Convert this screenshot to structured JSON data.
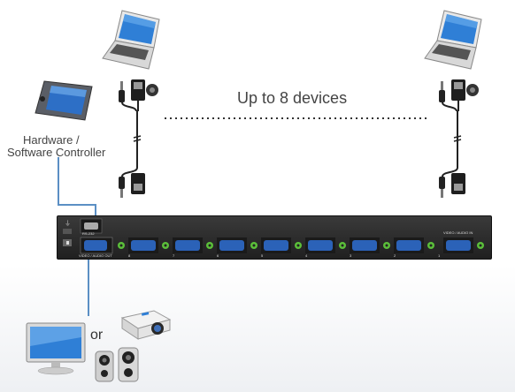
{
  "labels": {
    "devices": "Up to 8 devices",
    "controller_line1": "Hardware /",
    "controller_line2": "Software Controller",
    "or": "or"
  },
  "device_panel": {
    "rs232_label": "RS-232",
    "video_audio_out_label": "VIDEO / AUDIO OUT",
    "video_audio_in_label": "VIDEO / AUDIO IN",
    "port_numbers": [
      "8",
      "7",
      "6",
      "5",
      "4",
      "3",
      "2",
      "1"
    ]
  },
  "colors": {
    "panel": "#2a2a2a",
    "port_blue": "#2b62b8",
    "audio_green": "#5bbf3a",
    "connection_line": "#5b8fc4",
    "dotted_line": "#333333",
    "accent_screen": "#2f7fd6"
  },
  "icons": {
    "laptops": [
      "laptop-icon",
      "laptop-icon"
    ],
    "controller": "touch-panel-icon",
    "display": "monitor-icon",
    "projector": "projector-icon",
    "speakers": "speakers-icon",
    "cables": "vga-audio-cable-icon"
  }
}
